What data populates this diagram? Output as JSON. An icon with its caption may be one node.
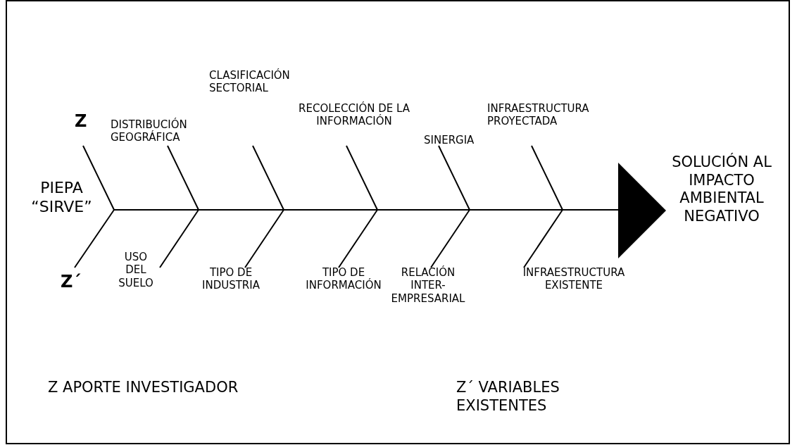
{
  "diagram": {
    "labels": [
      "CLASIFICACIÓN SECTORIAL",
      "Z",
      "DISTRIBUCIÓN GEOGRÁFICA",
      "RECOLECCIÓN DE LA INFORMACIÓN",
      "INFRAESTRUCTURA PROYECTADA",
      "SINERGIA",
      "SOLUCIÓN AL IMPACTO AMBIENTAL NEGATIVO",
      "PIEPA “SIRVE”",
      "USO DEL SUELO",
      "Z´",
      "TIPO DE INDUSTRIA",
      "TIPO DE INFORMACIÓN",
      "RELACIÓN INTER- EMPRESARIAL",
      "INFRAESTRUCTURA EXISTENTE",
      "Z APORTE INVESTIGADOR",
      "Z´ VARIABLES EXISTENTES"
    ]
  }
}
